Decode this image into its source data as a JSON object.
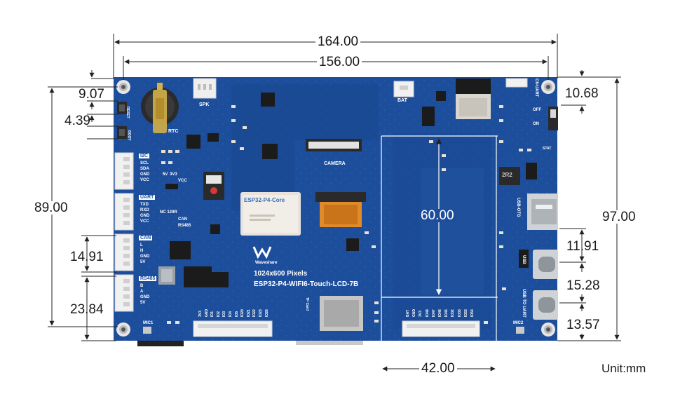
{
  "unit_label": "Unit:mm",
  "dimensions": {
    "overall_width": "164.00",
    "hole_spacing_width": "156.00",
    "left_offset_top": "9.07",
    "left_offset_second": "4.39",
    "hole_spacing_height": "89.00",
    "can_spacing": "14.91",
    "rs485_spacing": "23.84",
    "screen_height": "60.00",
    "screen_width": "42.00",
    "right_offset_top": "10.68",
    "overall_height": "97.00",
    "usb_spacing_1": "11.91",
    "usb_spacing_2": "15.28",
    "usb_spacing_3": "13.57"
  },
  "board": {
    "resolution": "1024x600 Pixels",
    "product_name": "ESP32-P4-WIFI6-Touch-LCD-7B",
    "module_title": "ESP32-P4-Core",
    "brand": "Waveshare",
    "labels": {
      "spk": "SPK",
      "rtc": "RTC",
      "reset": "RESET",
      "boot": "BOOT",
      "camera": "CAMERA",
      "bat": "BAT",
      "c6_uart": "C6-UART",
      "on": "ON",
      "off": "OFF",
      "usb_otg": "USB-OTG",
      "usb": "USB",
      "usb_to_uart": "USB TO UART",
      "tf_card": "TF Card",
      "mic1": "MIC1",
      "mic2": "MIC2",
      "stat": "STAT",
      "nc_120r": "NC 120R",
      "can_switch": "CAN",
      "rs485_switch": "RS485",
      "volt_5v": "5V",
      "volt_3v3": "3V3",
      "vcc": "VCC",
      "chip_2r2": "2R2"
    },
    "connectors": {
      "i2c": {
        "title": "I2C",
        "pins": [
          "SCL",
          "SDA",
          "GND",
          "VCC"
        ]
      },
      "uart": {
        "title": "UART",
        "pins": [
          "TXD",
          "RXD",
          "GND",
          "VCC"
        ]
      },
      "can": {
        "title": "CAN",
        "pins": [
          "L",
          "H",
          "GND",
          "5V"
        ]
      },
      "rs485": {
        "title": "RS485",
        "pins": [
          "B",
          "A",
          "GND",
          "5V"
        ]
      }
    },
    "bottom_header_left": [
      "3V3",
      "GND",
      "IO1",
      "IO2",
      "IO3",
      "IO4",
      "IO5",
      "IO20",
      "IO21",
      "IO22",
      "IO23",
      "IO26"
    ],
    "bottom_header_right": [
      "BAT",
      "GND",
      "3V3",
      "IO48",
      "IO47",
      "IO46",
      "IO45",
      "IO32",
      "IO33",
      "IO53",
      "IO54"
    ]
  },
  "colors": {
    "pcb": "#1d4e9c",
    "pcb_dark": "#173f82",
    "silkscreen": "#ffffff",
    "connector": "#eeeeee",
    "flex_cable": "#e08a2a",
    "gold": "#c9a63a",
    "dimension_line": "#222222"
  }
}
